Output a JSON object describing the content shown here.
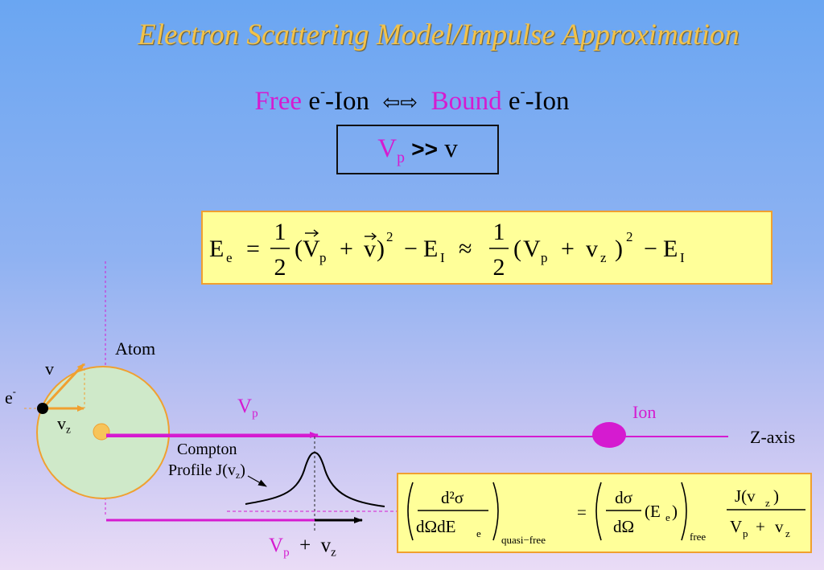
{
  "title": "Electron Scattering Model/Impulse Approximation",
  "header": {
    "free_word": "Free",
    "e_sym": "e",
    "minus": "-",
    "ion_text": "-Ion",
    "arrows": "⇦⇨",
    "bound_word": "Bound"
  },
  "condition": {
    "V": "V",
    "p": "p",
    "gg": ">>",
    "v": "v"
  },
  "energy_equation": {
    "E": "E",
    "e": "e",
    "eq": "=",
    "one": "1",
    "two": "2",
    "Vp": "V",
    "p": "p",
    "plus": "+",
    "v": "v",
    "sq": "2",
    "minus": "−",
    "EI": "E",
    "I": "I",
    "approx": "≈",
    "vz": "v",
    "z": "z"
  },
  "diagram": {
    "atom_label": "Atom",
    "v_label": "v",
    "e_label": "e",
    "e_sup": "-",
    "vz_v": "v",
    "vz_z": "z",
    "vp_top_V": "V",
    "vp_top_p": "p",
    "ion_label": "Ion",
    "zaxis_label": "Z-axis",
    "compton_line1": "Compton",
    "compton_line2": "Profile J(v",
    "compton_sub": "z",
    "compton_close": ")",
    "bottom_V": "V",
    "bottom_p": "p",
    "bottom_plus": "+",
    "bottom_v": "v",
    "bottom_z": "z"
  },
  "cross_section": {
    "d2sigma": "d²σ",
    "dOmega_dEe": "dΩdE",
    "e_sub": "e",
    "quasi_free": "quasi−free",
    "eq": "=",
    "dsigma": "dσ",
    "dOmega": "dΩ",
    "Ee_open": "(E",
    "Ee_close": ")",
    "free": "free",
    "J_num": "J(v",
    "z": "z",
    "close": ")",
    "den_V": "V",
    "den_p": "p",
    "den_plus": "+",
    "den_v": "v"
  },
  "colors": {
    "title": "#f2c24a",
    "magenta": "#d51bd0",
    "orange": "#f0a030",
    "yellow_box": "#ffff99",
    "atom_fill": "#cfe9c9"
  }
}
